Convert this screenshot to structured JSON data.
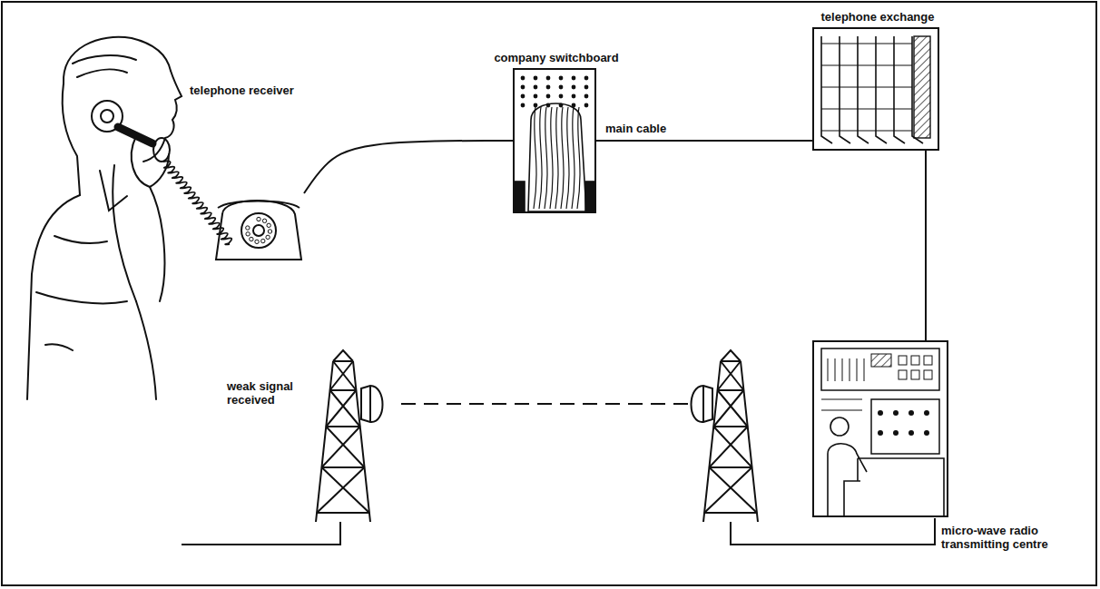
{
  "diagram": {
    "nodes": [
      {
        "text": [
          "telephone receiver"
        ]
      },
      {
        "text": [
          "company switchboard"
        ]
      },
      {
        "text": [
          "telephone exchange"
        ]
      },
      {
        "text": [
          "micro-wave radio transmitting centre"
        ]
      }
    ],
    "edges": [
      {
        "from": 0,
        "to": 1,
        "arrow": "none"
      },
      {
        "from": 1,
        "to": 2,
        "label": "main cable",
        "arrow": "none"
      },
      {
        "from": 2,
        "to": 3,
        "arrow": "none"
      }
    ],
    "labels": [
      "weak signal received"
    ]
  }
}
